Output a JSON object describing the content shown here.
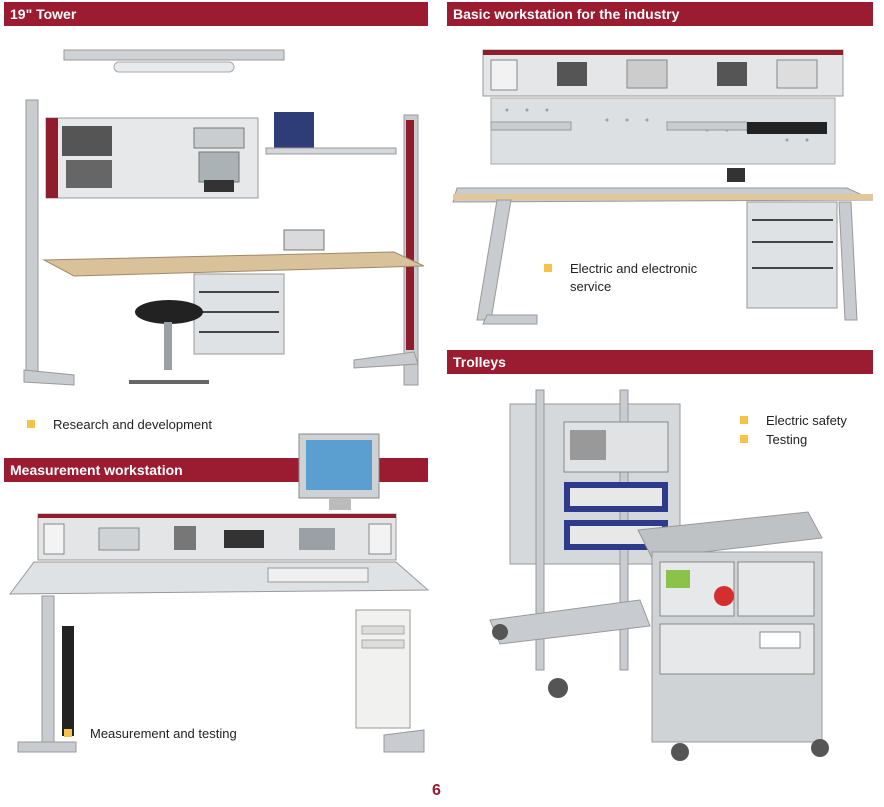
{
  "sections": {
    "tower": {
      "title": "19\" Tower",
      "bullet": "Research and development"
    },
    "basic": {
      "title": "Basic workstation for the industry",
      "bullet_line1": "Electric and electronic",
      "bullet_line2": "service"
    },
    "measurement": {
      "title": "Measurement workstation",
      "bullet": "Measurement and testing"
    },
    "trolleys": {
      "title": "Trolleys",
      "bullets": [
        "Electric safety",
        "Testing"
      ]
    }
  },
  "page_number": "6",
  "colors": {
    "header": "#9b1b30",
    "bullet": "#f5c24a"
  }
}
